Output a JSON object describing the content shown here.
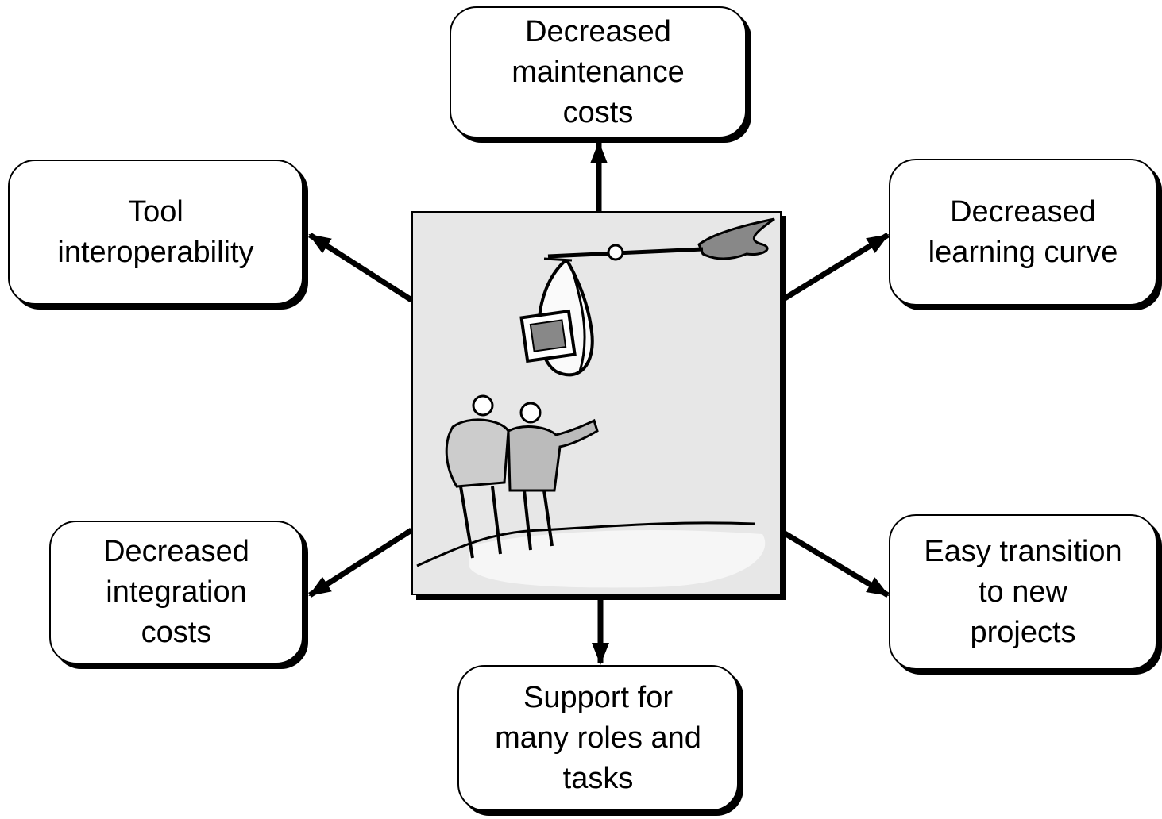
{
  "diagram": {
    "center": {
      "image": "people-watching-bird-delivering-computer-clipart"
    },
    "benefits": {
      "top": "Decreased\nmaintenance\ncosts",
      "left": "Tool\ninteroperability",
      "right": "Decreased\nlearning curve",
      "bottom_left": "Decreased\nintegration\ncosts",
      "bottom_right": "Easy transition\nto new\nprojects",
      "bottom": "Support for\nmany roles and\ntasks"
    },
    "colors": {
      "stroke": "#000000",
      "frame_fill": "#e7e7e7",
      "box_fill": "#ffffff"
    }
  }
}
